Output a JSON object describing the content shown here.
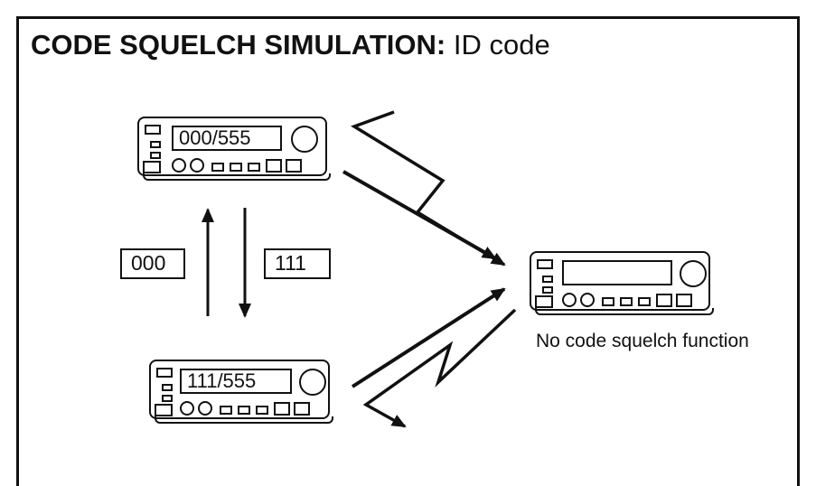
{
  "title": {
    "bold": "CODE SQUELCH SIMULATION:",
    "regular": " ID code"
  },
  "radios": {
    "top": {
      "display": "000/555"
    },
    "bottom": {
      "display": "111/555"
    },
    "right": {
      "display": ""
    }
  },
  "labels": {
    "left_code": "000",
    "right_code": "111"
  },
  "caption": "No code squelch function"
}
